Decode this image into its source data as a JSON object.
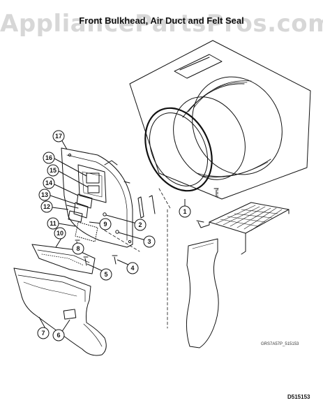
{
  "watermark": "AppliancePartsPros.com",
  "title": "Front Bulkhead, Air Duct and Felt Seal",
  "diagram_code": "GRS7A57P_515153",
  "page_code": "D515153",
  "callouts": [
    "1",
    "2",
    "3",
    "4",
    "5",
    "6",
    "7",
    "8",
    "9",
    "10",
    "11",
    "12",
    "13",
    "14",
    "15",
    "16",
    "17"
  ],
  "colors": {
    "line": "#111111",
    "watermark": "#d7d7d7",
    "background": "#ffffff"
  }
}
